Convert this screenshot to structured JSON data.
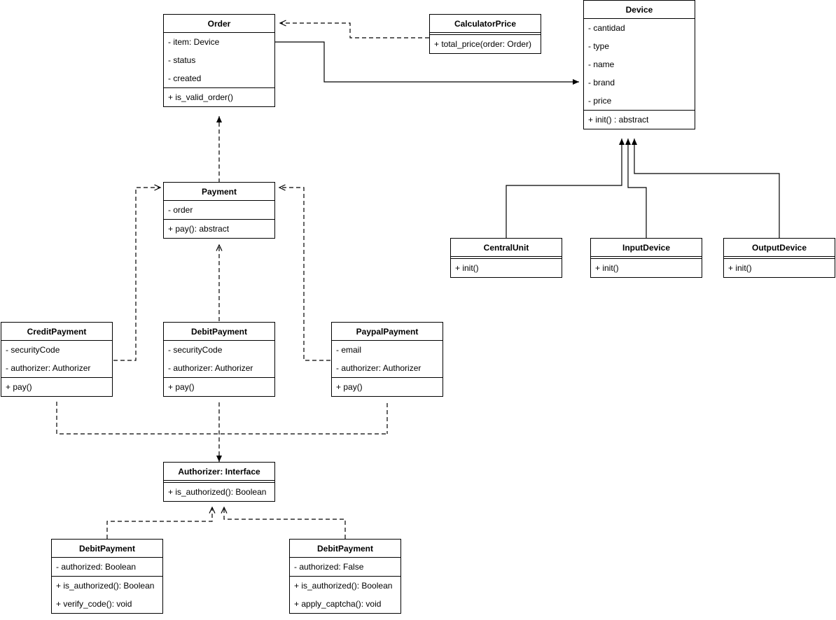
{
  "diagram": {
    "type": "uml-class-diagram",
    "background": "#ffffff",
    "line_color": "#000000",
    "text_color": "#000000"
  },
  "classes": {
    "order": {
      "name": "Order",
      "attributes": [
        "- item: Device",
        "- status",
        "- created"
      ],
      "methods": [
        "+ is_valid_order()"
      ]
    },
    "calculator_price": {
      "name": "CalculatorPrice",
      "attributes": [],
      "methods": [
        "+ total_price(order: Order)"
      ]
    },
    "device": {
      "name": "Device",
      "attributes": [
        "- cantidad",
        "- type",
        "- name",
        "- brand",
        "- price"
      ],
      "methods": [
        "+ init() : abstract"
      ]
    },
    "payment": {
      "name": "Payment",
      "attributes": [
        "- order"
      ],
      "methods": [
        "+ pay(): abstract"
      ]
    },
    "central_unit": {
      "name": "CentralUnit",
      "attributes": [],
      "methods": [
        "+ init()"
      ]
    },
    "input_device": {
      "name": "InputDevice",
      "attributes": [],
      "methods": [
        "+ init()"
      ]
    },
    "output_device": {
      "name": "OutputDevice",
      "attributes": [],
      "methods": [
        "+ init()"
      ]
    },
    "credit_payment": {
      "name": "CreditPayment",
      "attributes": [
        "- securityCode",
        "- authorizer: Authorizer"
      ],
      "methods": [
        "+ pay()"
      ]
    },
    "debit_payment": {
      "name": "DebitPayment",
      "attributes": [
        "- securityCode",
        "- authorizer: Authorizer"
      ],
      "methods": [
        "+ pay()"
      ]
    },
    "paypal_payment": {
      "name": "PaypalPayment",
      "attributes": [
        "- email",
        "- authorizer: Authorizer"
      ],
      "methods": [
        "+ pay()"
      ]
    },
    "authorizer": {
      "name": "Authorizer: Interface",
      "attributes": [],
      "methods": [
        "+ is_authorized(): Boolean"
      ]
    },
    "debit_payment_authorized": {
      "name": "DebitPayment",
      "attributes": [
        "- authorized: Boolean"
      ],
      "methods": [
        "+ is_authorized(): Boolean",
        "+ verify_code(): void"
      ]
    },
    "debit_payment_captcha": {
      "name": "DebitPayment",
      "attributes": [
        "- authorized: False"
      ],
      "methods": [
        "+ is_authorized(): Boolean",
        "+ apply_captcha(): void"
      ]
    }
  },
  "relationships": [
    {
      "from": "calculator_price",
      "to": "order",
      "style": "dashed",
      "arrow": "open"
    },
    {
      "from": "order",
      "to": "device",
      "style": "solid",
      "arrow": "filled"
    },
    {
      "from": "payment",
      "to": "order",
      "style": "dashed",
      "arrow": "filled"
    },
    {
      "from": "central_unit",
      "to": "device",
      "style": "solid",
      "arrow": "filled"
    },
    {
      "from": "input_device",
      "to": "device",
      "style": "solid",
      "arrow": "filled"
    },
    {
      "from": "output_device",
      "to": "device",
      "style": "solid",
      "arrow": "filled"
    },
    {
      "from": "credit_payment",
      "to": "payment",
      "style": "dashed",
      "arrow": "open"
    },
    {
      "from": "debit_payment",
      "to": "payment",
      "style": "dashed",
      "arrow": "open"
    },
    {
      "from": "paypal_payment",
      "to": "payment",
      "style": "dashed",
      "arrow": "open"
    },
    {
      "from": "credit_payment",
      "to": "authorizer",
      "style": "dashed",
      "arrow": "open"
    },
    {
      "from": "debit_payment",
      "to": "authorizer",
      "style": "dashed",
      "arrow": "open"
    },
    {
      "from": "paypal_payment",
      "to": "authorizer",
      "style": "dashed",
      "arrow": "open"
    },
    {
      "from": "debit_payment_authorized",
      "to": "authorizer",
      "style": "dashed",
      "arrow": "open"
    },
    {
      "from": "debit_payment_captcha",
      "to": "authorizer",
      "style": "dashed",
      "arrow": "open"
    }
  ]
}
